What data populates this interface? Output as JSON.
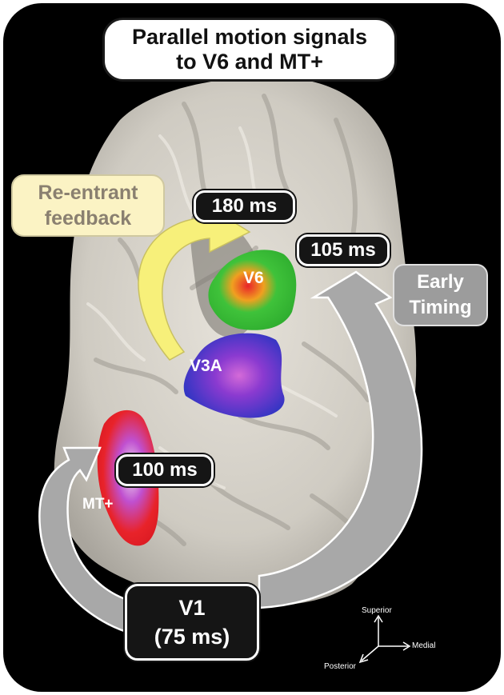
{
  "title": {
    "line1": "Parallel motion signals",
    "line2": "to V6 and MT+"
  },
  "feedback": {
    "line1": "Re-entrant",
    "line2": "feedback"
  },
  "early_timing": {
    "line1": "Early",
    "line2": "Timing"
  },
  "timings": {
    "v6_feedback": "180 ms",
    "v6_early": "105 ms",
    "mt": "100 ms"
  },
  "v1": {
    "line1": "V1",
    "line2": "(75 ms)"
  },
  "areas": {
    "v6": "V6",
    "v3a": "V3A",
    "mt": "MT+"
  },
  "axes": {
    "superior": "Superior",
    "medial": "Medial",
    "posterior": "Posterior"
  },
  "colors": {
    "frame": "#000000",
    "brain": "#d9d5cc",
    "feedback_arrow": "#f7f07a",
    "early_arrow": "#a8a8a8",
    "v6_activation": "#3fc23a",
    "v3a_activation": "#3a3fc8",
    "mt_activation": "#e8232a"
  }
}
